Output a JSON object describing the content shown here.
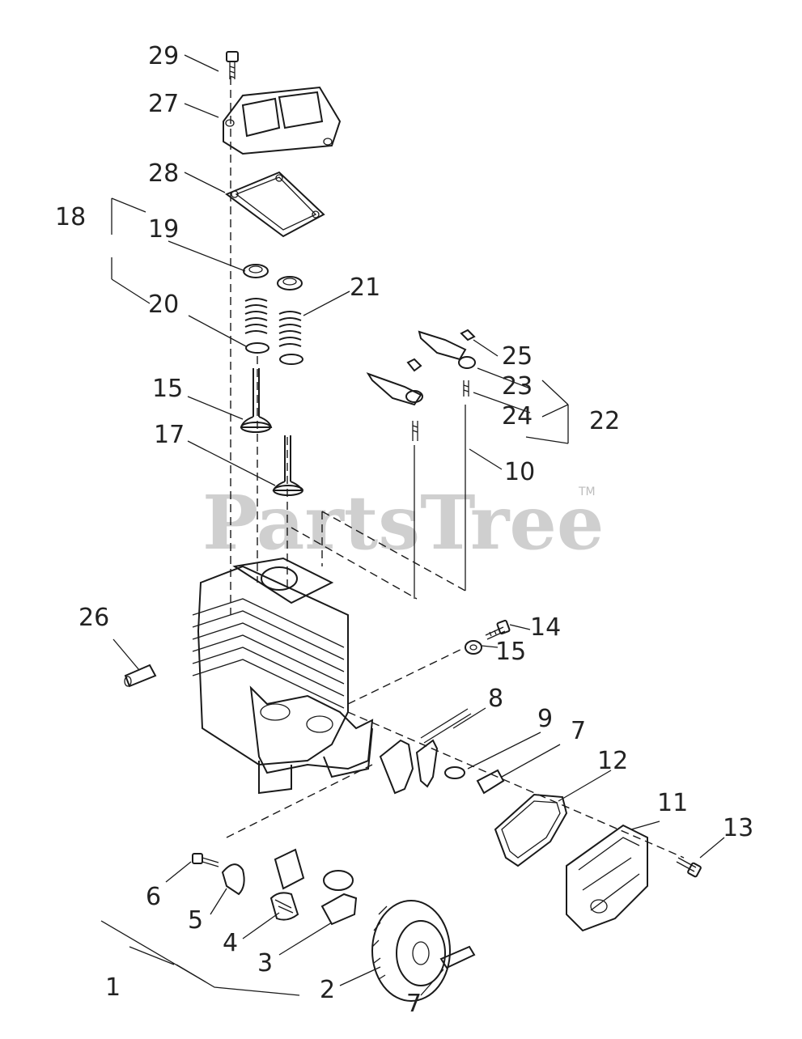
{
  "watermark": {
    "text": "PartsTree",
    "trademark": "TM"
  },
  "callouts": [
    {
      "id": "c29",
      "label": "29"
    },
    {
      "id": "c27",
      "label": "27"
    },
    {
      "id": "c28",
      "label": "28"
    },
    {
      "id": "c18",
      "label": "18"
    },
    {
      "id": "c19",
      "label": "19"
    },
    {
      "id": "c20",
      "label": "20"
    },
    {
      "id": "c21",
      "label": "21"
    },
    {
      "id": "c15a",
      "label": "15"
    },
    {
      "id": "c17",
      "label": "17"
    },
    {
      "id": "c25",
      "label": "25"
    },
    {
      "id": "c23",
      "label": "23"
    },
    {
      "id": "c24",
      "label": "24"
    },
    {
      "id": "c22",
      "label": "22"
    },
    {
      "id": "c10",
      "label": "10"
    },
    {
      "id": "c26",
      "label": "26"
    },
    {
      "id": "c14",
      "label": "14"
    },
    {
      "id": "c15b",
      "label": "15"
    },
    {
      "id": "c8",
      "label": "8"
    },
    {
      "id": "c9",
      "label": "9"
    },
    {
      "id": "c7a",
      "label": "7"
    },
    {
      "id": "c12",
      "label": "12"
    },
    {
      "id": "c11",
      "label": "11"
    },
    {
      "id": "c13",
      "label": "13"
    },
    {
      "id": "c6",
      "label": "6"
    },
    {
      "id": "c5",
      "label": "5"
    },
    {
      "id": "c4",
      "label": "4"
    },
    {
      "id": "c3",
      "label": "3"
    },
    {
      "id": "c1",
      "label": "1"
    },
    {
      "id": "c2",
      "label": "2"
    },
    {
      "id": "c7b",
      "label": "7"
    }
  ]
}
